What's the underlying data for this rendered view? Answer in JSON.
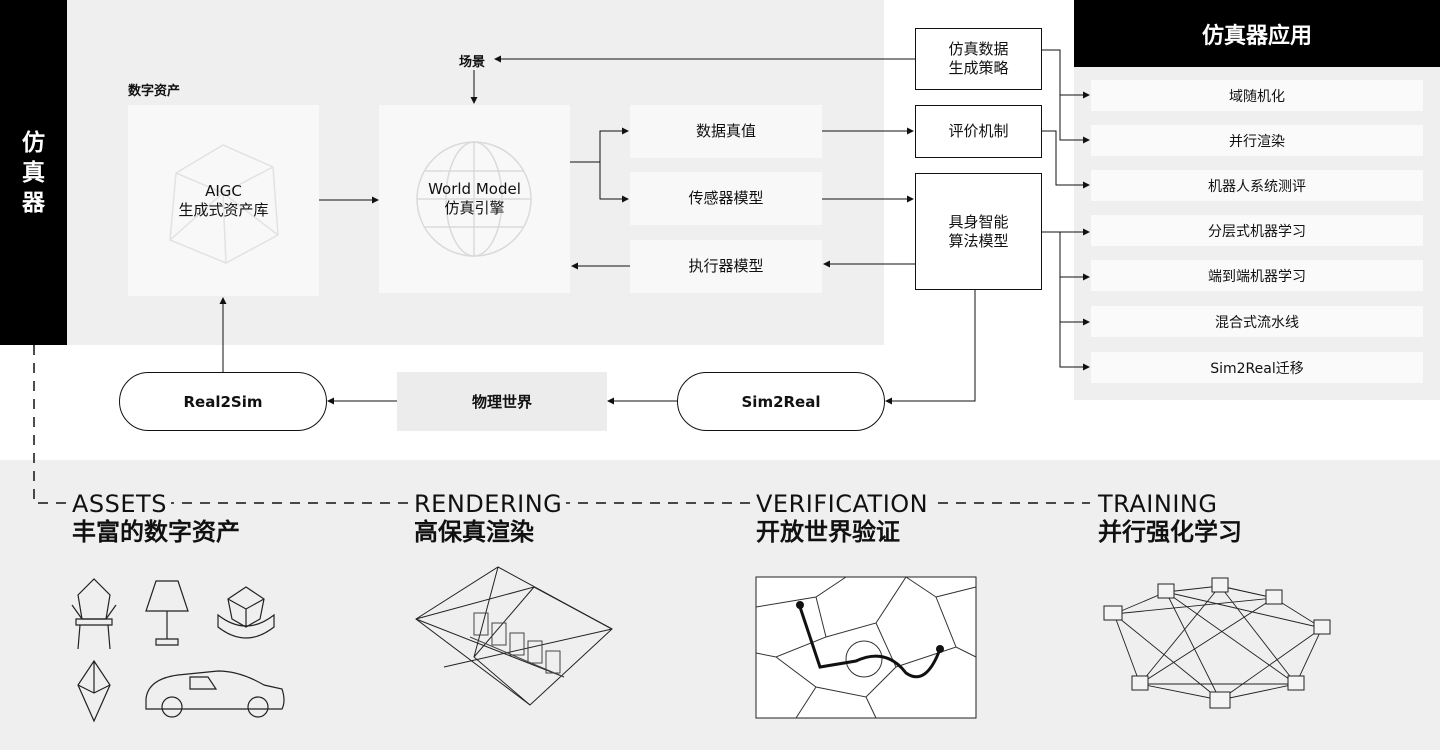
{
  "sidebar": {
    "title": "仿\n真\n器"
  },
  "apps": {
    "title": "仿真器应用",
    "items": [
      "域随机化",
      "并行渲染",
      "机器人系统测评",
      "分层式机器学习",
      "端到端机器学习",
      "混合式流水线",
      "Sim2Real迁移"
    ]
  },
  "diagram": {
    "digital_assets_label": "数字资产",
    "scene_label": "场景",
    "aigc_box": "AIGC\n生成式资产库",
    "world_model_box": "World Model\n仿真引擎",
    "ground_truth_box": "数据真值",
    "sensor_box": "传感器模型",
    "actuator_box": "执行器模型",
    "strategy_box": "仿真数据\n生成策略",
    "eval_box": "评价机制",
    "algo_box": "具身智能\n算法模型",
    "real2sim": "Real2Sim",
    "physical_world": "物理世界",
    "sim2real": "Sim2Real"
  },
  "stages": [
    {
      "en": "ASSETS",
      "zh": "丰富的数字资产"
    },
    {
      "en": "RENDERING",
      "zh": "高保真渲染"
    },
    {
      "en": "VERIFICATION",
      "zh": "开放世界验证"
    },
    {
      "en": "TRAINING",
      "zh": "并行强化学习"
    }
  ]
}
